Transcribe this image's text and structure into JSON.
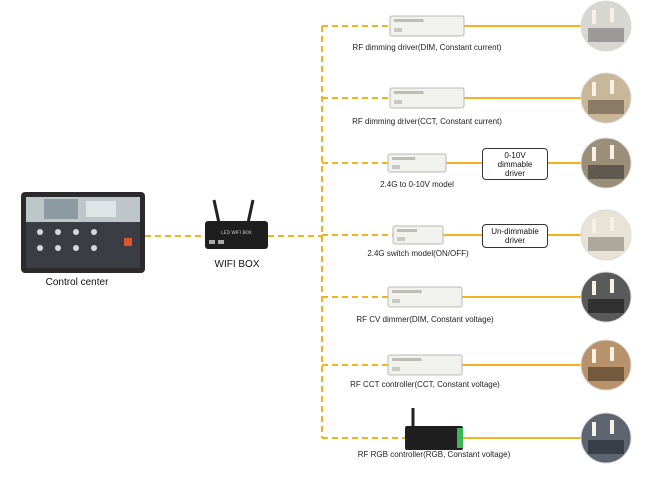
{
  "hub": {
    "control_center_label": "Control center",
    "wifi_box_label": "WIFI BOX",
    "wifi_box_device_text": "LED WIFI BOX"
  },
  "branches": [
    {
      "label": "RF dimming driver(DIM, Constant current)",
      "driver_box": ""
    },
    {
      "label": "RF dimming driver(CCT, Constant current)",
      "driver_box": ""
    },
    {
      "label": "2.4G to 0-10V model",
      "driver_box": "0-10V\ndimmable\ndriver"
    },
    {
      "label": "2.4G switch model(ON/OFF)",
      "driver_box": "Un-dimmable\ndriver"
    },
    {
      "label": "RF CV dimmer(DIM, Constant voltage)",
      "driver_box": ""
    },
    {
      "label": "RF CCT controller(CCT, Constant voltage)",
      "driver_box": ""
    },
    {
      "label": "RF RGB controller(RGB, Constant voltage)",
      "driver_box": ""
    }
  ],
  "colors": {
    "line": "#f5b21e",
    "device": "#f1f1ee",
    "dark": "#2a2a2a"
  }
}
